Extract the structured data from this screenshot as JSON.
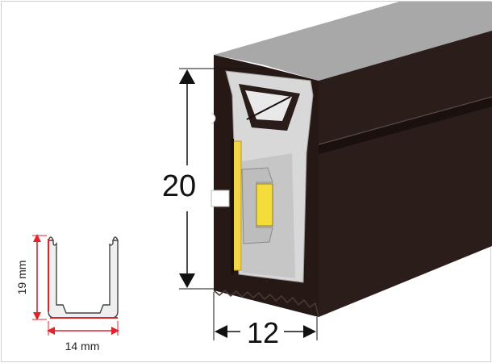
{
  "product_dimensions": {
    "height_label": "20",
    "width_label": "12"
  },
  "channel_profile": {
    "height_label": "19 mm",
    "width_label": "14 mm"
  },
  "colors": {
    "housing": "#2a1c18",
    "housing_top": "#a9a9a9",
    "diffuser": "#d9d9d9",
    "led_strip": "#f2d44a",
    "channel_accent": "#e0232b",
    "dimension_line": "#111111"
  }
}
